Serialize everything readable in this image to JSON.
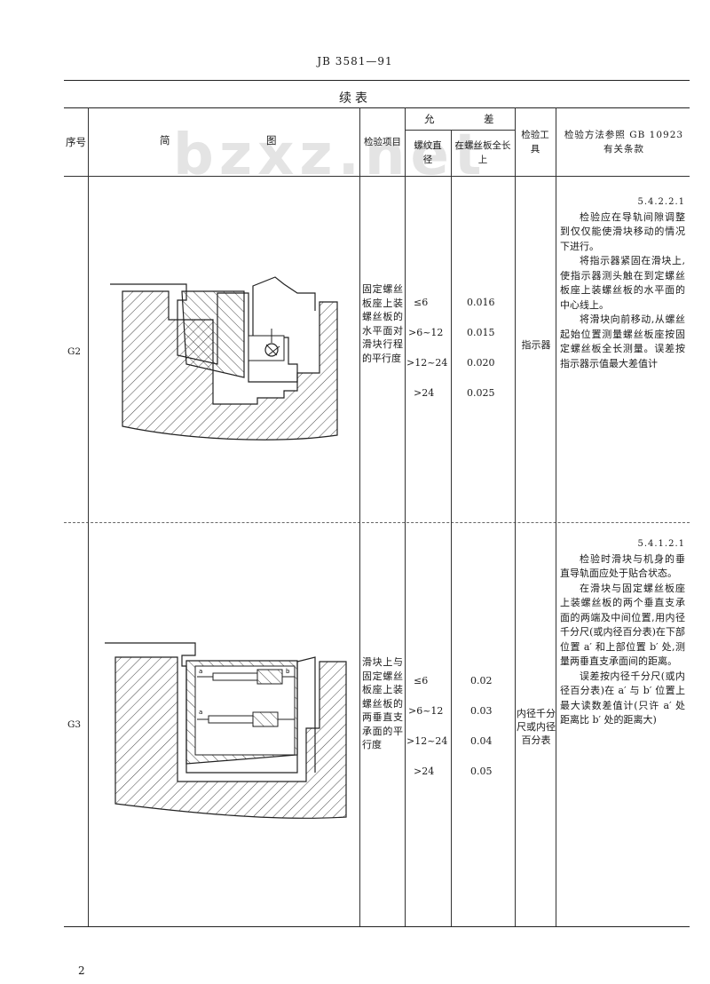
{
  "document": {
    "standard_no": "JB 3581—91",
    "table_caption": "续表",
    "watermark": "bzxz.net",
    "page_number": "2"
  },
  "header": {
    "seq": "序号",
    "diagram": "简",
    "diagram2": "图",
    "item": "检验项目",
    "tolerance": "允",
    "tolerance2": "差",
    "thread_dia": "螺纹直径",
    "full_length": "在螺丝板全长上",
    "tool": "检验工具",
    "method": "检验方法参照 GB 10923 有关条款"
  },
  "rows": [
    {
      "seq": "G2",
      "item": "固定螺丝板座上装螺丝板的水平面对滑块行程的平行度",
      "tolerances": [
        {
          "dia": "≤6",
          "value": "0.016"
        },
        {
          "dia": ">6~12",
          "value": "0.015"
        },
        {
          "dia": ">12~24",
          "value": "0.020"
        },
        {
          "dia": ">24",
          "value": "0.025"
        }
      ],
      "tool": "指示器",
      "method_ref": "5.4.2.2.1",
      "method_paragraphs": [
        "检验应在导轨间隙调整到仅仅能使滑块移动的情况下进行。",
        "将指示器紧固在滑块上,使指示器测头触在到定螺丝板座上装螺丝板的水平面的中心线上。",
        "将滑块向前移动,从螺丝起始位置测量螺丝板座按固定螺丝板全长测量。误差按指示器示值最大差值计"
      ]
    },
    {
      "seq": "G3",
      "item": "滑块上与固定螺丝板座上装螺丝板的两垂直支承面的平行度",
      "tolerances": [
        {
          "dia": "≤6",
          "value": "0.02"
        },
        {
          "dia": ">6~12",
          "value": "0.03"
        },
        {
          "dia": ">12~24",
          "value": "0.04"
        },
        {
          "dia": ">24",
          "value": "0.05"
        }
      ],
      "tool": "内径千分尺或内径百分表",
      "method_ref": "5.4.1.2.1",
      "method_paragraphs": [
        "检验时滑块与机身的垂直导轨面应处于贴合状态。",
        "在滑块与固定螺丝板座上装螺丝板的两个垂直支承面的两端及中间位置,用内径千分尺(或内径百分表)在下部位置 a′ 和上部位置 b′ 处,测量两垂直支承面间的距离。",
        "误差按内径千分尺(或内径百分表)在 a′ 与 b′ 位置上最大读数差值计(只许 a′ 处距离比 b′ 处的距离大)"
      ]
    }
  ],
  "diagram_labels": {
    "a": "a",
    "b": "b"
  }
}
